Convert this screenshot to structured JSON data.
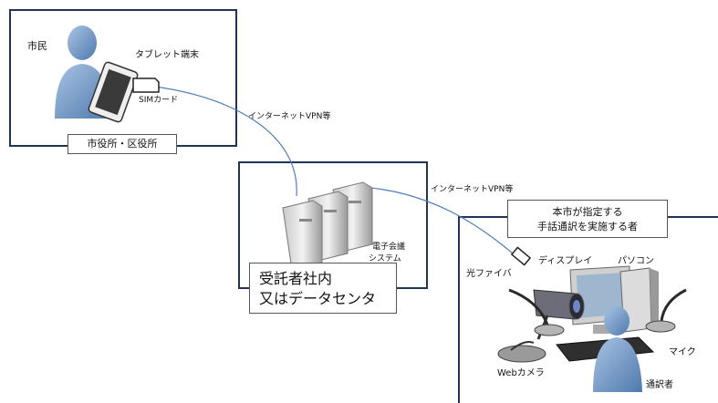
{
  "citizen_area": {
    "citizen": "市民",
    "tablet": "タブレット端末",
    "sim": "SIMカード",
    "place": "市役所・区役所"
  },
  "links": {
    "vpn_left": "インターネットVPN等",
    "vpn_right": "インターネットVPN等",
    "fiber": "光ファイバ"
  },
  "server_area": {
    "system_line1": "電子会議",
    "system_line2": "システム",
    "place_line1": "受託者社内",
    "place_line2": "又はデータセンタ"
  },
  "interpreter_area": {
    "title_line1": "本市が指定する",
    "title_line2": "手話通訳を実施する者",
    "display": "ディスプレイ",
    "pc": "パソコン",
    "mic": "マイク",
    "webcam": "Webカメラ",
    "interpreter": "通訳者"
  }
}
